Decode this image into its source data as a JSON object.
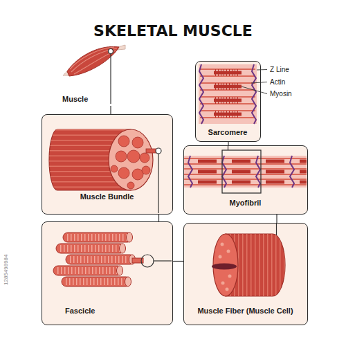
{
  "diagram": {
    "title": "SKELETAL MUSCLE",
    "nodes": [
      {
        "text": [
          "Muscle"
        ]
      },
      {
        "text": [
          "Sarcomere"
        ]
      },
      {
        "text": [
          "Muscle Bundle"
        ]
      },
      {
        "text": [
          "Myofibril"
        ]
      },
      {
        "text": [
          "Fascicle"
        ]
      },
      {
        "text": [
          "Muscle Fiber (Muscle Cell)"
        ]
      }
    ],
    "edges": [
      {
        "from": 0,
        "to": 2,
        "arrow": "none"
      },
      {
        "from": 2,
        "to": 4,
        "arrow": "none"
      },
      {
        "from": 4,
        "to": 5,
        "arrow": "none"
      },
      {
        "from": 5,
        "to": 3,
        "arrow": "none"
      },
      {
        "from": 3,
        "to": 1,
        "arrow": "none"
      }
    ],
    "labels": [
      "Z Line",
      "Actin",
      "Myosin",
      "1285498984"
    ]
  }
}
